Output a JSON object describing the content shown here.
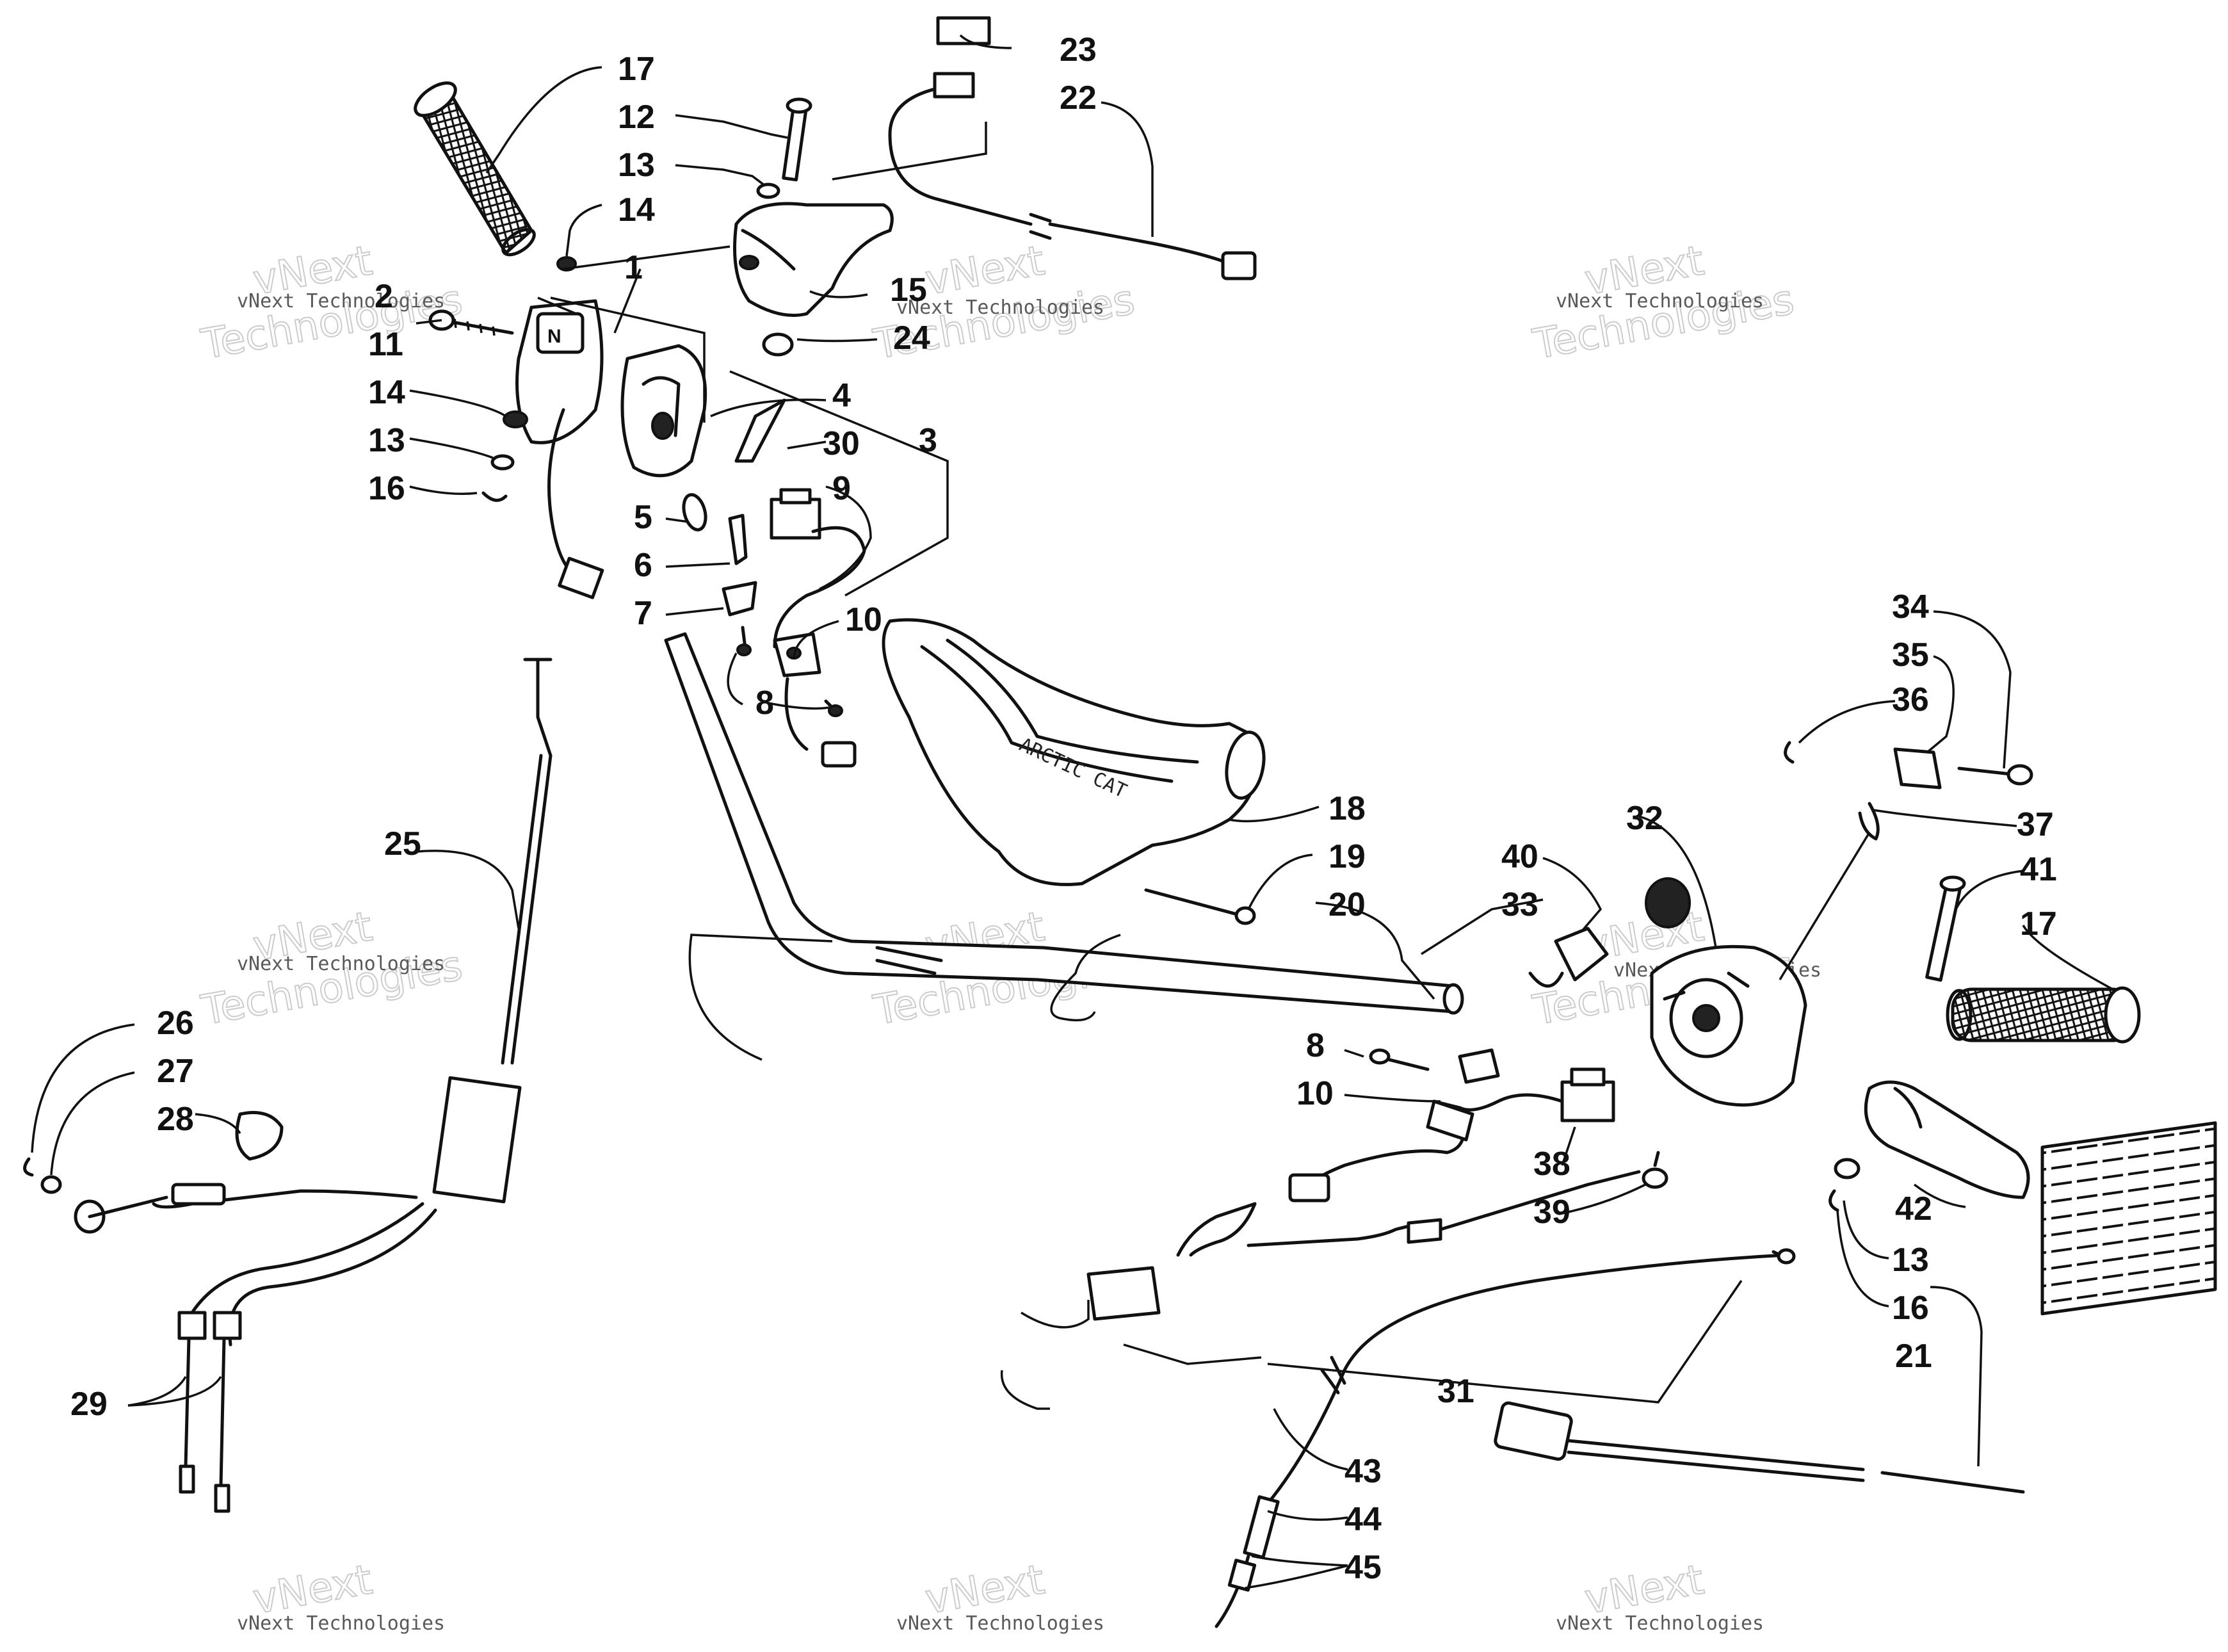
{
  "watermark": {
    "line1": "vNext Technologies",
    "line2": "vNext",
    "line3": "Technologies"
  },
  "callouts": {
    "c1": "1",
    "c2": "2",
    "c3": "3",
    "c4": "4",
    "c5": "5",
    "c6": "6",
    "c7": "7",
    "c8a": "8",
    "c8b": "8",
    "c9": "9",
    "c10a": "10",
    "c10b": "10",
    "c11": "11",
    "c12": "12",
    "c13a": "13",
    "c13b": "13",
    "c13c": "13",
    "c14a": "14",
    "c14b": "14",
    "c15": "15",
    "c16a": "16",
    "c16b": "16",
    "c17a": "17",
    "c17b": "17",
    "c18": "18",
    "c19": "19",
    "c20": "20",
    "c21": "21",
    "c22": "22",
    "c23": "23",
    "c24": "24",
    "c25": "25",
    "c26": "26",
    "c27": "27",
    "c28": "28",
    "c29": "29",
    "c30": "30",
    "c31": "31",
    "c32": "32",
    "c33": "33",
    "c34": "34",
    "c35": "35",
    "c36": "36",
    "c37": "37",
    "c38": "38",
    "c39": "39",
    "c40": "40",
    "c41": "41",
    "c42": "42",
    "c43": "43",
    "c44": "44",
    "c45": "45"
  },
  "pad_label": "ARCTIC CAT"
}
